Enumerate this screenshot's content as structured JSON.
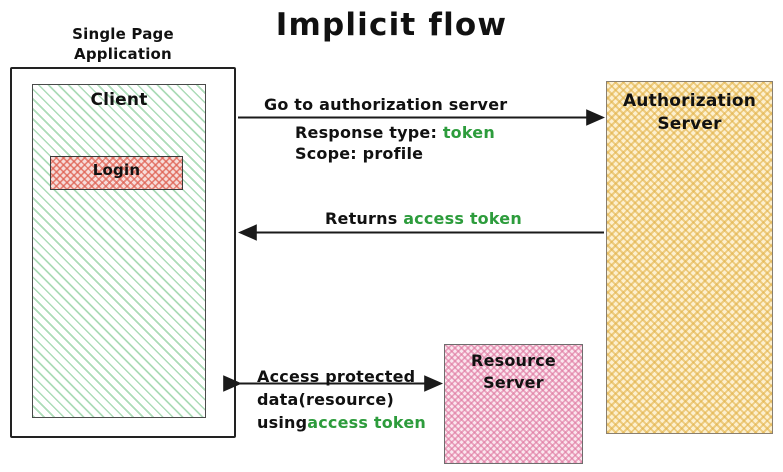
{
  "title": "Implicit flow",
  "colors": {
    "background": "#ffffff",
    "ink": "#111111",
    "highlight_green": "#2d9c3c",
    "client_fill": "#7ac78d",
    "login_fill": "#de5f50",
    "auth_server_fill": "#e2b248",
    "resource_server_fill": "#de78a0"
  },
  "actors": {
    "spa": {
      "caption_line1": "Single Page",
      "caption_line2": "Application",
      "client_label": "Client",
      "login_button": "Login"
    },
    "authorization_server": {
      "line1": "Authorization",
      "line2": "Server"
    },
    "resource_server": {
      "line1": "Resource",
      "line2": "Server"
    }
  },
  "flows": [
    {
      "id": "go-to-auth",
      "direction": "right",
      "label": "Go to authorization server",
      "details": [
        {
          "prefix": "Response type: ",
          "highlight": "token"
        },
        {
          "prefix": "Scope: profile",
          "highlight": ""
        }
      ]
    },
    {
      "id": "returns-token",
      "direction": "left",
      "label_prefix": "Returns ",
      "label_highlight": "access token"
    },
    {
      "id": "access-resource",
      "direction": "both",
      "lines": [
        {
          "prefix": "Access protected",
          "highlight": ""
        },
        {
          "prefix": "data(resource)",
          "highlight": ""
        },
        {
          "prefix": "using",
          "highlight": "access token"
        }
      ]
    }
  ]
}
